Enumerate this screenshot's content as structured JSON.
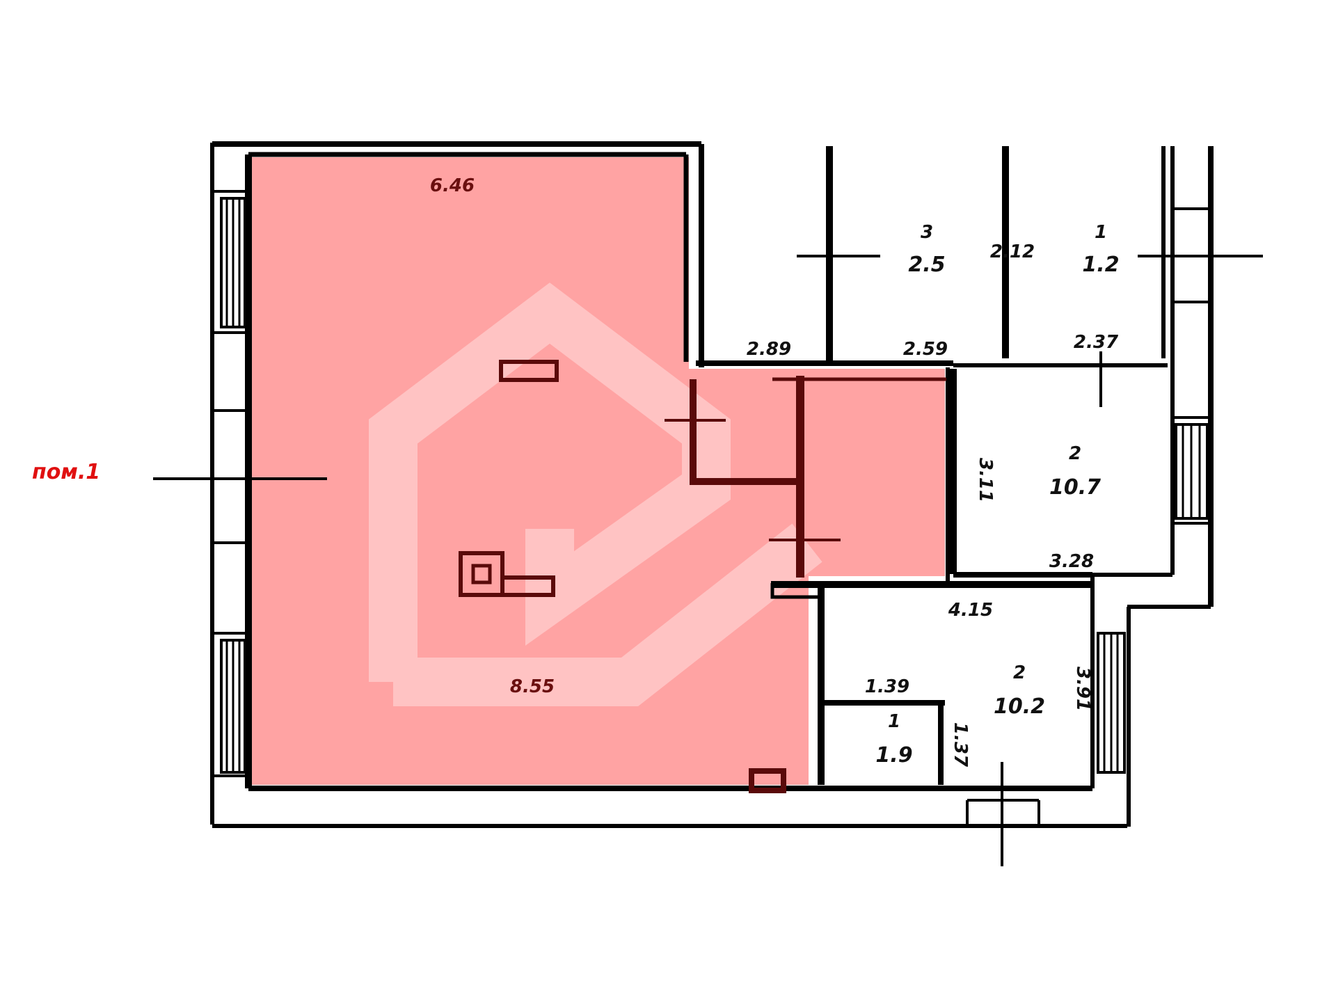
{
  "floor_label": "пом.1",
  "colors": {
    "highlight": "#ffa3a3",
    "wall": "#000000",
    "red_label": "#e01010",
    "watermark": "#ffffff"
  },
  "dimensions": {
    "top_main": "6.46",
    "bottom_main": "8.55",
    "corridor_top": "2.89",
    "room_top_a": "2.59",
    "room_top_b": "2.37",
    "right_room_bottom": "3.28",
    "right_room_side": "3.11",
    "lower_room_top": "4.15",
    "bath_top": "1.39",
    "lower_room_side": "3.91",
    "bath_side": "1.37"
  },
  "rooms": {
    "top_left": {
      "number": "3",
      "area": "2.5"
    },
    "top_right": {
      "number": "1",
      "area": "1.2"
    },
    "top_middle_text": "2.12",
    "right_room": {
      "number": "2",
      "area": "10.7"
    },
    "lower_room": {
      "number": "2",
      "area": "10.2"
    },
    "bath": {
      "number": "1",
      "area": "1.9"
    }
  },
  "watermark_icon": "house-logo-icon"
}
